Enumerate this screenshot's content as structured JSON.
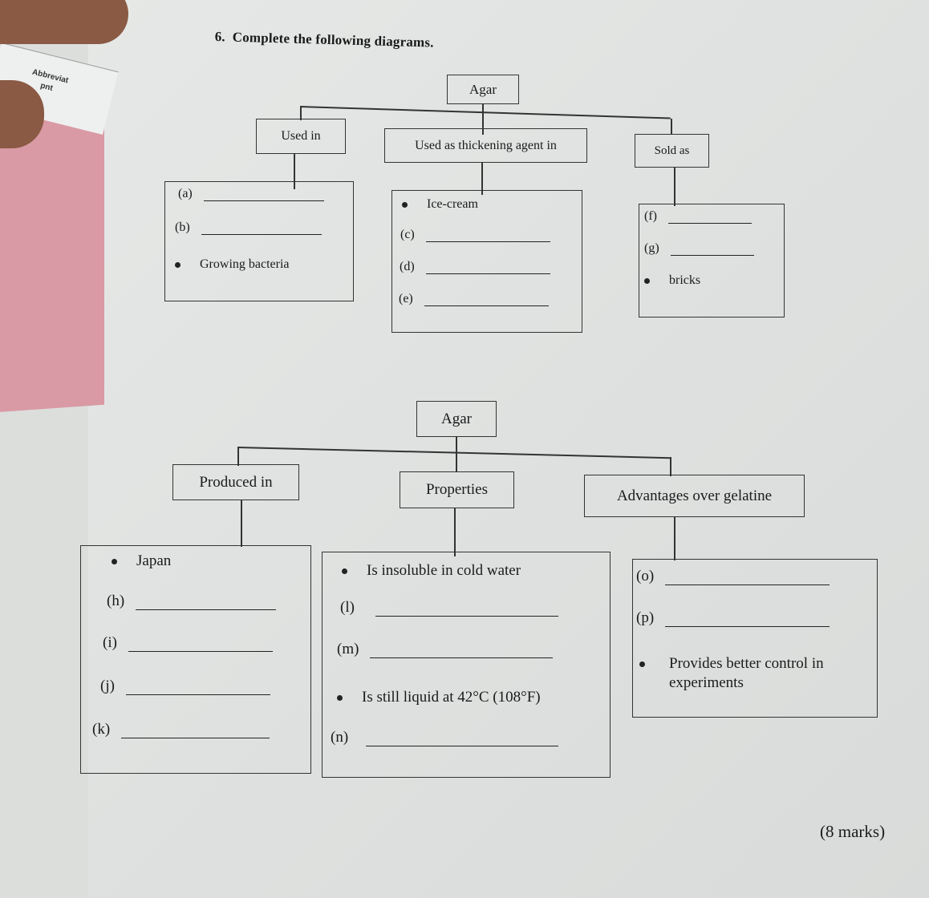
{
  "question": {
    "number": "6.",
    "title": "Complete the following diagrams.",
    "marks": "(8 marks)"
  },
  "background_sheet": {
    "labels": [
      "Abbreviat",
      "pnt"
    ]
  },
  "diagram1": {
    "root": "Agar",
    "branches": [
      {
        "header": "Used in",
        "items": [
          {
            "type": "blank",
            "label": "(a)"
          },
          {
            "type": "blank",
            "label": "(b)"
          },
          {
            "type": "bullet",
            "text": "Growing bacteria"
          }
        ]
      },
      {
        "header": "Used as thickening agent in",
        "items": [
          {
            "type": "bullet",
            "text": "Ice-cream"
          },
          {
            "type": "blank",
            "label": "(c)"
          },
          {
            "type": "blank",
            "label": "(d)"
          },
          {
            "type": "blank",
            "label": "(e)"
          }
        ]
      },
      {
        "header": "Sold as",
        "items": [
          {
            "type": "blank",
            "label": "(f)"
          },
          {
            "type": "blank",
            "label": "(g)"
          },
          {
            "type": "bullet",
            "text": "bricks"
          }
        ]
      }
    ]
  },
  "diagram2": {
    "root": "Agar",
    "branches": [
      {
        "header": "Produced in",
        "items": [
          {
            "type": "bullet",
            "text": "Japan"
          },
          {
            "type": "blank",
            "label": "(h)"
          },
          {
            "type": "blank",
            "label": "(i)"
          },
          {
            "type": "blank",
            "label": "(j)"
          },
          {
            "type": "blank",
            "label": "(k)"
          }
        ]
      },
      {
        "header": "Properties",
        "items": [
          {
            "type": "bullet",
            "text": "Is insoluble in cold water"
          },
          {
            "type": "blank",
            "label": "(l)"
          },
          {
            "type": "blank",
            "label": "(m)"
          },
          {
            "type": "bullet",
            "text": "Is still liquid at 42°C (108°F)"
          },
          {
            "type": "blank",
            "label": "(n)"
          }
        ]
      },
      {
        "header": "Advantages over gelatine",
        "items": [
          {
            "type": "blank",
            "label": "(o)"
          },
          {
            "type": "blank",
            "label": "(p)"
          },
          {
            "type": "bullet",
            "text": "Provides better control in experiments",
            "line1": "Provides better control in",
            "line2": "experiments"
          }
        ]
      }
    ]
  }
}
